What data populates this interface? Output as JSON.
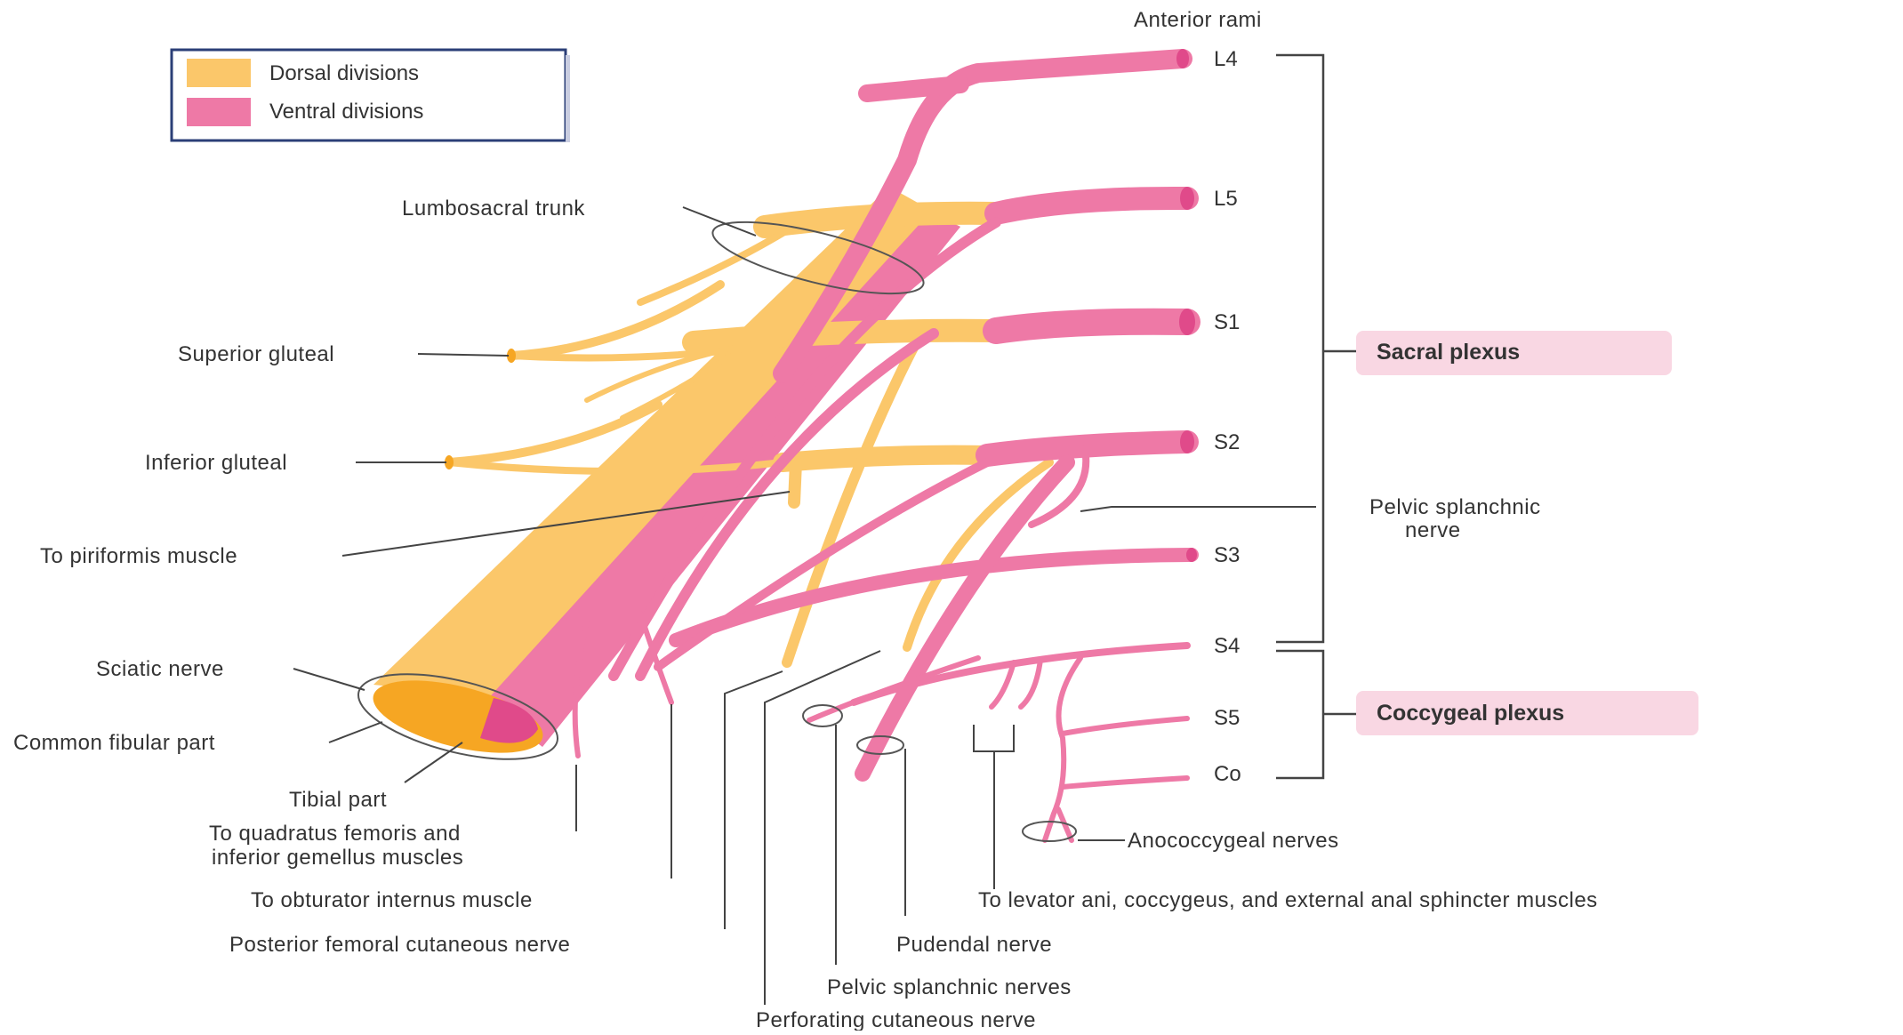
{
  "colors": {
    "dorsal": "#fbc76a",
    "ventral": "#ee79a6",
    "dorsal_dark": "#f6a623",
    "ventral_dark": "#e04a8a",
    "highlight": "#f9d7e3",
    "legend_border": "#2b3f77"
  },
  "legend": {
    "dorsal_label": "Dorsal divisions",
    "ventral_label": "Ventral divisions"
  },
  "header": "Anterior rami",
  "roots": {
    "l4": "L4",
    "l5": "L5",
    "s1": "S1",
    "s2": "S2",
    "s3": "S3",
    "s4": "S4",
    "s5": "S5",
    "co": "Co"
  },
  "plexuses": {
    "sacral": "Sacral plexus",
    "coccygeal": "Coccygeal plexus"
  },
  "labels": {
    "lumbosacral_trunk": "Lumbosacral trunk",
    "superior_gluteal": "Superior gluteal",
    "inferior_gluteal": "Inferior gluteal",
    "to_piriformis": "To piriformis muscle",
    "sciatic_nerve": "Sciatic nerve",
    "common_fibular": "Common fibular part",
    "tibial_part": "Tibial part",
    "quadratus_line1": "To quadratus femoris and",
    "quadratus_line2": "inferior gemellus muscles",
    "obturator_internus": "To obturator internus muscle",
    "posterior_femoral": "Posterior femoral cutaneous nerve",
    "pudendal": "Pudendal nerve",
    "pelvic_splanchnic_nerves": "Pelvic splanchnic nerves",
    "perforating_cutaneous": "Perforating cutaneous nerve",
    "levator_ani": "To levator ani, coccygeus, and external anal sphincter muscles",
    "anococcygeal": "Anococcygeal nerves",
    "pelvic_splanchnic_line1": "Pelvic splanchnic",
    "pelvic_splanchnic_line2": "nerve"
  }
}
